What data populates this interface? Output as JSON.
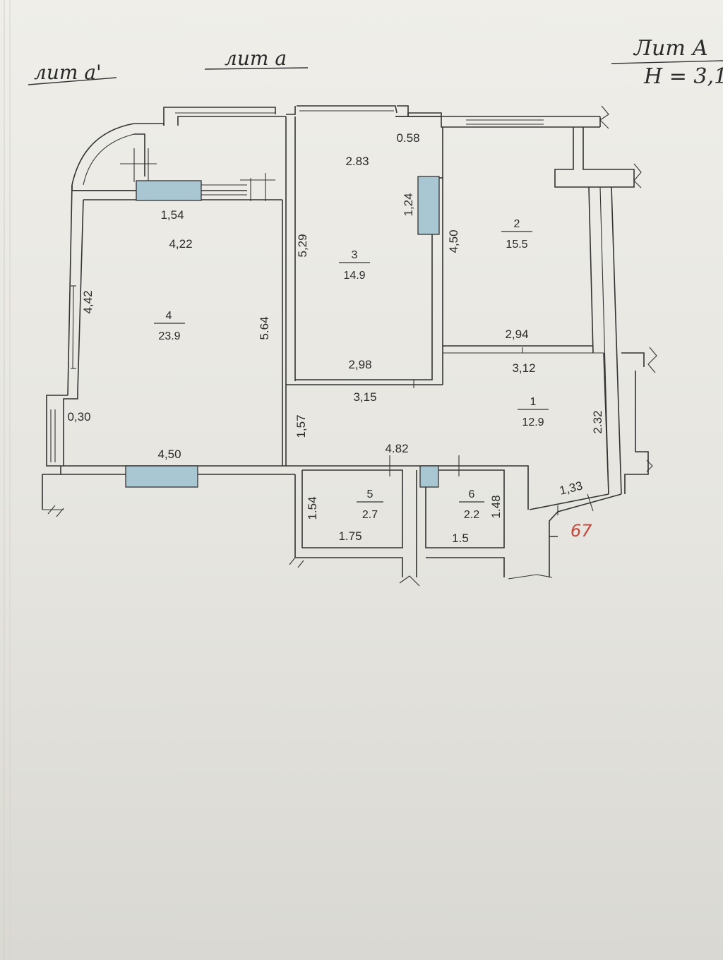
{
  "header": {
    "note_left": "лит а'",
    "note_center": "лит а",
    "note_right_line1": "Лит А",
    "note_right_line2": "Н = 3,1"
  },
  "rooms": [
    {
      "number": "1",
      "area": "12.9"
    },
    {
      "number": "2",
      "area": "15.5"
    },
    {
      "number": "3",
      "area": "14.9"
    },
    {
      "number": "4",
      "area": "23.9"
    },
    {
      "number": "5",
      "area": "2.7"
    },
    {
      "number": "6",
      "area": "2.2"
    }
  ],
  "dimensions": {
    "d_0_58": "0.58",
    "d_2_83": "2.83",
    "d_1_24": "1,24",
    "d_1_54_top": "1,54",
    "d_4_22": "4,22",
    "d_5_29": "5,29",
    "d_4_50_r2": "4,50",
    "d_4_42": "4,42",
    "d_5_64": "5.64",
    "d_2_94": "2,94",
    "d_2_98": "2,98",
    "d_3_12": "3,12",
    "d_3_15": "3,15",
    "d_0_30": "0,30",
    "d_1_57": "1,57",
    "d_2_32": "2.32",
    "d_4_50_bottom": "4,50",
    "d_4_82": "4.82",
    "d_1_54_r5": "1.54",
    "d_1_75": "1.75",
    "d_1_48": "1.48",
    "d_1_5": "1.5",
    "d_1_33": "1,33"
  },
  "annotation_red": "67",
  "colors": {
    "window_fill": "#a9c6d3",
    "annotation": "#c4473c",
    "ink": "#333333"
  }
}
